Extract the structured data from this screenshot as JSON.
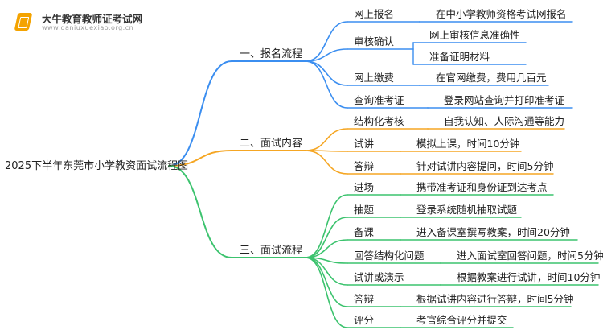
{
  "logo": {
    "title": "大牛教育教师证考试网",
    "url": "www.daniuxuexiao.org.cn"
  },
  "root": "2025下半年东莞市小学教资面试流程图",
  "branches": [
    {
      "label": "一、报名流程",
      "color": "#3b8ef0",
      "nodes": [
        {
          "label": "网上报名",
          "children": [
            "在中小学教师资格考试网报名"
          ]
        },
        {
          "label": "审核确认",
          "children": [
            "网上审核信息准确性",
            "准备证明材料"
          ]
        },
        {
          "label": "网上缴费",
          "children": [
            "在官网缴费，费用几百元"
          ]
        },
        {
          "label": "查询准考证",
          "children": [
            "登录网站查询并打印准考证"
          ]
        }
      ]
    },
    {
      "label": "二、面试内容",
      "color": "#f5a623",
      "nodes": [
        {
          "label": "结构化考核",
          "children": [
            "自我认知、人际沟通等能力"
          ]
        },
        {
          "label": "试讲",
          "children": [
            "模拟上课，时间10分钟"
          ]
        },
        {
          "label": "答辩",
          "children": [
            "针对试讲内容提问，时间5分钟"
          ]
        }
      ]
    },
    {
      "label": "三、面试流程",
      "color": "#3cc36e",
      "nodes": [
        {
          "label": "进场",
          "children": [
            "携带准考证和身份证到达考点"
          ]
        },
        {
          "label": "抽题",
          "children": [
            "登录系统随机抽取试题"
          ]
        },
        {
          "label": "备课",
          "children": [
            "进入备课室撰写教案，时间20分钟"
          ]
        },
        {
          "label": "回答结构化问题",
          "children": [
            "进入面试室回答问题，时间5分钟"
          ]
        },
        {
          "label": "试讲或演示",
          "children": [
            "根据教案进行试讲，时间10分钟"
          ]
        },
        {
          "label": "答辩",
          "children": [
            "根据试讲内容进行答辩，时间5分钟"
          ]
        },
        {
          "label": "评分",
          "children": [
            "考官综合评分并提交"
          ]
        }
      ]
    }
  ]
}
